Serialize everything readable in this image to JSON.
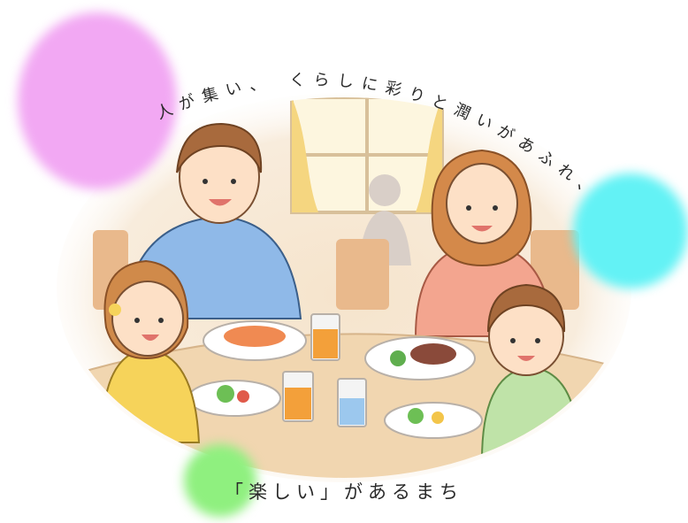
{
  "headline_arc": "人が集い、　くらしに彩りと潤いがあふれ、",
  "tagline": "「楽しい」があるまち",
  "colors": {
    "pink": "#f2a8f3",
    "cyan": "#63f2f5",
    "green": "#8ff07f",
    "vignette": "#f7ead8",
    "text": "#2a2a2a"
  },
  "illustration": {
    "description": "family-dining-scene",
    "people": [
      "father",
      "mother",
      "girl",
      "boy"
    ]
  }
}
